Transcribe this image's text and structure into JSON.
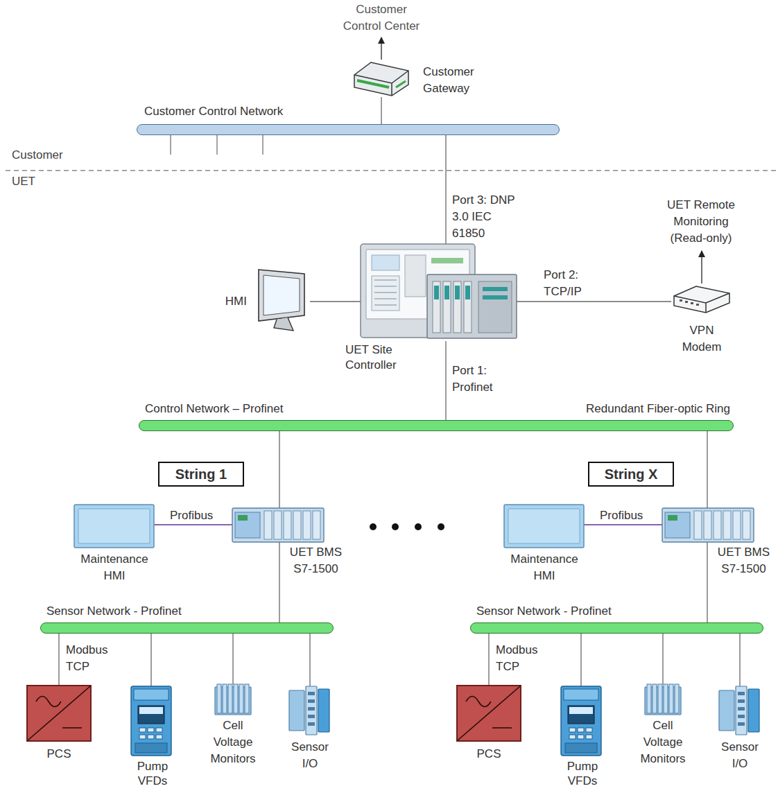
{
  "diagram": {
    "nodes": [
      {
        "text": [
          "Customer Gateway"
        ]
      },
      {
        "text": [
          "Customer Control Network"
        ]
      },
      {
        "text": [
          "HMI"
        ]
      },
      {
        "text": [
          "UET Site Controller"
        ]
      },
      {
        "text": [
          "VPN Modem"
        ]
      },
      {
        "text": [
          "Control Network – Profinet",
          "Redundant Fiber-optic Ring"
        ]
      },
      {
        "text": [
          "String 1"
        ]
      },
      {
        "text": [
          "Maintenance HMI"
        ]
      },
      {
        "text": [
          "UET BMS S7-1500"
        ]
      },
      {
        "text": [
          "String X"
        ]
      },
      {
        "text": [
          "Maintenance HMI"
        ]
      },
      {
        "text": [
          "UET BMS S7-1500"
        ]
      },
      {
        "text": [
          "Sensor Network - Profinet"
        ]
      },
      {
        "text": [
          "PCS"
        ]
      },
      {
        "text": [
          "Pump VFDs"
        ]
      },
      {
        "text": [
          "Cell Voltage Monitors"
        ]
      },
      {
        "text": [
          "Sensor I/O"
        ]
      },
      {
        "text": [
          "Sensor Network - Profinet"
        ]
      },
      {
        "text": [
          "PCS"
        ]
      },
      {
        "text": [
          "Pump VFDs"
        ]
      },
      {
        "text": [
          "Cell Voltage Monitors"
        ]
      },
      {
        "text": [
          "Sensor I/O"
        ]
      }
    ],
    "edges": [
      {
        "from": 0,
        "to": 1,
        "arrow": "none"
      },
      {
        "from": 1,
        "to": 3,
        "label": "Port 3: DNP 3.0 IEC 61850",
        "arrow": "none"
      },
      {
        "from": 2,
        "to": 3,
        "arrow": "none"
      },
      {
        "from": 3,
        "to": 4,
        "label": "Port 2: TCP/IP",
        "arrow": "none"
      },
      {
        "from": 3,
        "to": 5,
        "label": "Port 1: Profinet",
        "arrow": "none"
      },
      {
        "from": 5,
        "to": 8,
        "arrow": "none"
      },
      {
        "from": 7,
        "to": 8,
        "label": "Profibus",
        "arrow": "none"
      },
      {
        "from": 8,
        "to": 12,
        "arrow": "none"
      },
      {
        "from": 12,
        "to": 13,
        "label": "Modbus TCP",
        "arrow": "none"
      },
      {
        "from": 12,
        "to": 14,
        "arrow": "none"
      },
      {
        "from": 12,
        "to": 15,
        "arrow": "none"
      },
      {
        "from": 12,
        "to": 16,
        "arrow": "none"
      },
      {
        "from": 5,
        "to": 11,
        "arrow": "none"
      },
      {
        "from": 10,
        "to": 11,
        "label": "Profibus",
        "arrow": "none"
      },
      {
        "from": 11,
        "to": 17,
        "arrow": "none"
      },
      {
        "from": 17,
        "to": 18,
        "label": "Modbus TCP",
        "arrow": "none"
      },
      {
        "from": 17,
        "to": 19,
        "arrow": "none"
      },
      {
        "from": 17,
        "to": 20,
        "arrow": "none"
      },
      {
        "from": 17,
        "to": 21,
        "arrow": "none"
      }
    ],
    "labels": [
      "Customer Control Center",
      "UET Remote Monitoring (Read-only)",
      "Customer",
      "UET"
    ]
  }
}
